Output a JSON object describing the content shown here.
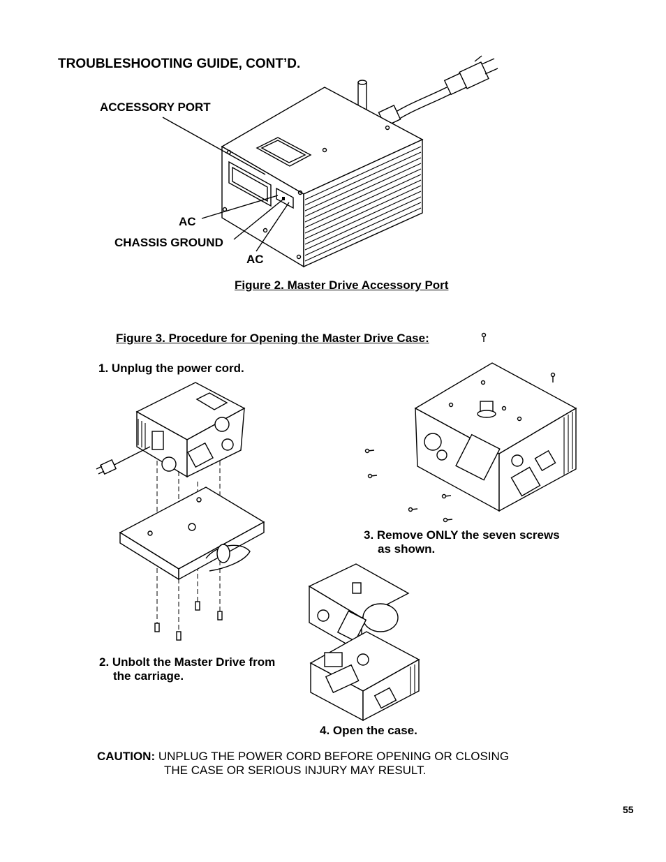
{
  "header": {
    "title": "TROUBLESHOOTING GUIDE, CONT’D."
  },
  "figure2": {
    "callouts": {
      "accessory_port": "ACCESSORY PORT",
      "ac_top": "AC",
      "chassis_ground": "CHASSIS GROUND",
      "ac_bottom": "AC"
    },
    "caption": "Figure 2. Master Drive Accessory Port"
  },
  "figure3": {
    "caption": "Figure 3. Procedure for Opening the Master Drive Case:",
    "steps": [
      {
        "text": "1. Unplug the power cord."
      },
      {
        "line1": "2. Unbolt the Master Drive from",
        "line2": "the carriage."
      },
      {
        "line1": "3. Remove ONLY the seven screws",
        "line2": "as shown."
      },
      {
        "text": "4. Open the case."
      }
    ]
  },
  "caution": {
    "label": "CAUTION:",
    "line1": "UNPLUG  THE POWER CORD BEFORE OPENING OR CLOSING",
    "line2": "THE CASE OR SERIOUS INJURY MAY RESULT."
  },
  "footer": {
    "page_number": "55"
  }
}
